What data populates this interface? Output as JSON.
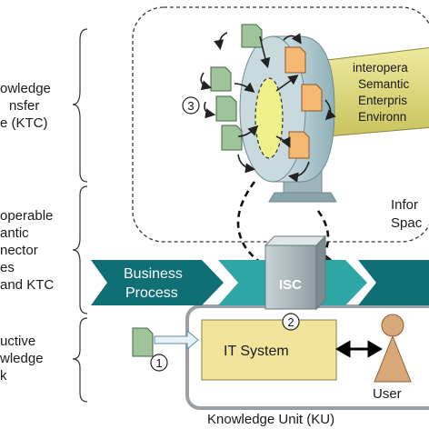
{
  "left_labels": {
    "ktc": [
      "owledge",
      "nsfer",
      "e (KTC)"
    ],
    "connector": [
      "operable",
      "antic",
      "nector",
      "es",
      "and KTC"
    ],
    "network": [
      "uctive",
      "wledge",
      "k"
    ]
  },
  "banner": {
    "lines": [
      "interopera",
      "Semantic",
      "Enterpris",
      "Environn"
    ]
  },
  "info_space": [
    "Infor",
    "Spac"
  ],
  "process_bar": {
    "label_line1": "Business",
    "label_line2": "Process"
  },
  "isc": "ISC",
  "markers": {
    "one": "1",
    "two": "2",
    "three": "3"
  },
  "it_system": "IT System",
  "user": "User",
  "footer": "Knowledge Unit (KU)",
  "colors": {
    "teal_dark": "#0f6f74",
    "teal_light": "#2fa6a6",
    "green_doc": "#9fc39b",
    "orange_doc": "#f5b873",
    "it_yellow": "#f3e49c",
    "banner_yellow": "#e6e186",
    "ring_grey": "#b7ccd2",
    "user_tan": "#d8a878"
  }
}
